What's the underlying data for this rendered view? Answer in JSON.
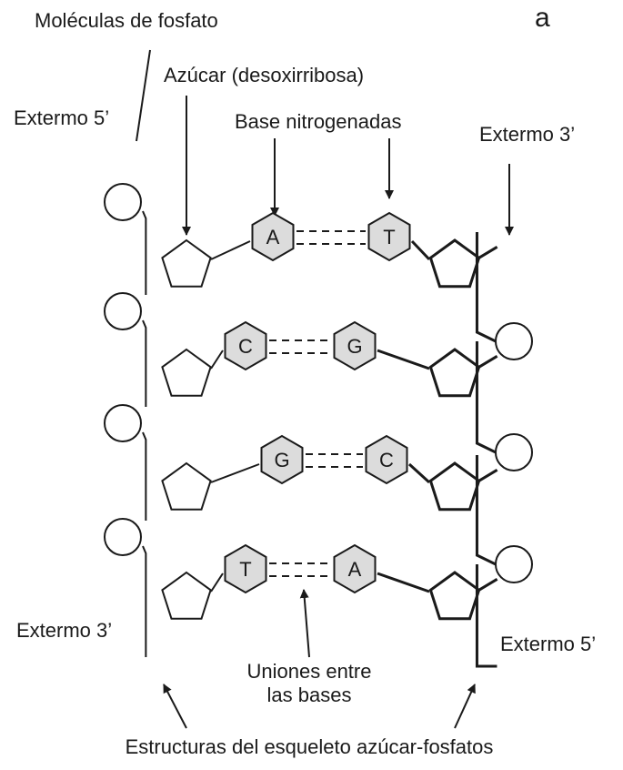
{
  "figure": {
    "panel_letter": "a",
    "labels": {
      "phosphate_molecules": "Moléculas de fosfato",
      "sugar": "Azúcar (desoxirribosa)",
      "end_5_left": "Extermo 5’",
      "nitrogenous_bases": "Base nitrogenadas",
      "end_3_right": "Extermo 3’",
      "end_3_left": "Extermo 3’",
      "end_5_right": "Extermo 5’",
      "base_bonds_line1": "Uniones entre",
      "base_bonds_line2": "las bases",
      "backbone": "Estructuras del esqueleto azúcar-fosfatos"
    },
    "base_pairs": [
      {
        "left": "A",
        "right": "T"
      },
      {
        "left": "C",
        "right": "G"
      },
      {
        "left": "G",
        "right": "C"
      },
      {
        "left": "T",
        "right": "A"
      }
    ],
    "colors": {
      "line": "#1a1a1a",
      "base_fill": "#dcdcdc",
      "background": "#ffffff"
    }
  }
}
